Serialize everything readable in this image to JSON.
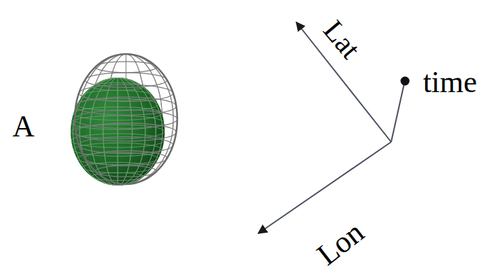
{
  "diagram": {
    "labels": [
      "A",
      "Lat",
      "time",
      "Lon"
    ]
  }
}
